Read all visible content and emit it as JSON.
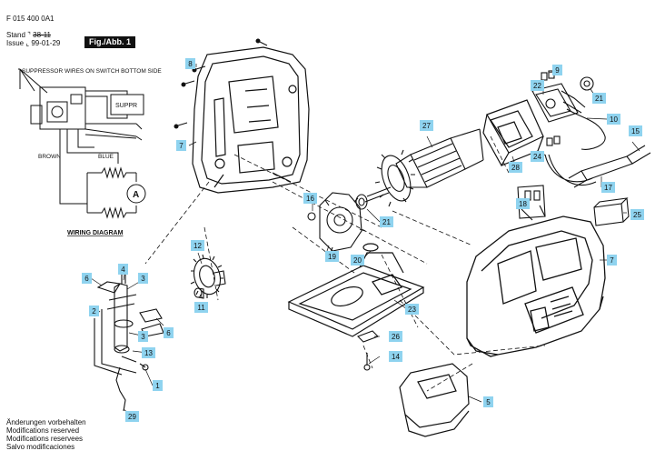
{
  "header": {
    "part_number": "F 015 400 0A1",
    "stand_label": "Stand",
    "stand_value": "38-11",
    "issue_label": "Issue",
    "issue_value": "99-01-29",
    "figure_label": "Fig./Abb. 1"
  },
  "wiring": {
    "suppressor_note": "SUPPRESSOR WIRES ON SWITCH BOTTOM SIDE",
    "suppr_label": "SUPPR",
    "brown_label": "BROWN",
    "blue_label": "BLUE",
    "motor_label": "A",
    "title": "WIRING DIAGRAM"
  },
  "callouts": [
    "1",
    "2",
    "3",
    "3",
    "4",
    "5",
    "6",
    "6",
    "7",
    "7",
    "8",
    "9",
    "10",
    "11",
    "12",
    "13",
    "14",
    "15",
    "16",
    "17",
    "18",
    "19",
    "20",
    "21",
    "21",
    "22",
    "23",
    "24",
    "25",
    "26",
    "27",
    "28",
    "29"
  ],
  "footer": [
    "Änderungen vorbehalten",
    "Modifications reserved",
    "Modifications reservees",
    "Salvo modificaciones"
  ],
  "colors": {
    "callout_fill": "#8fd3ef",
    "ink": "#111111"
  }
}
